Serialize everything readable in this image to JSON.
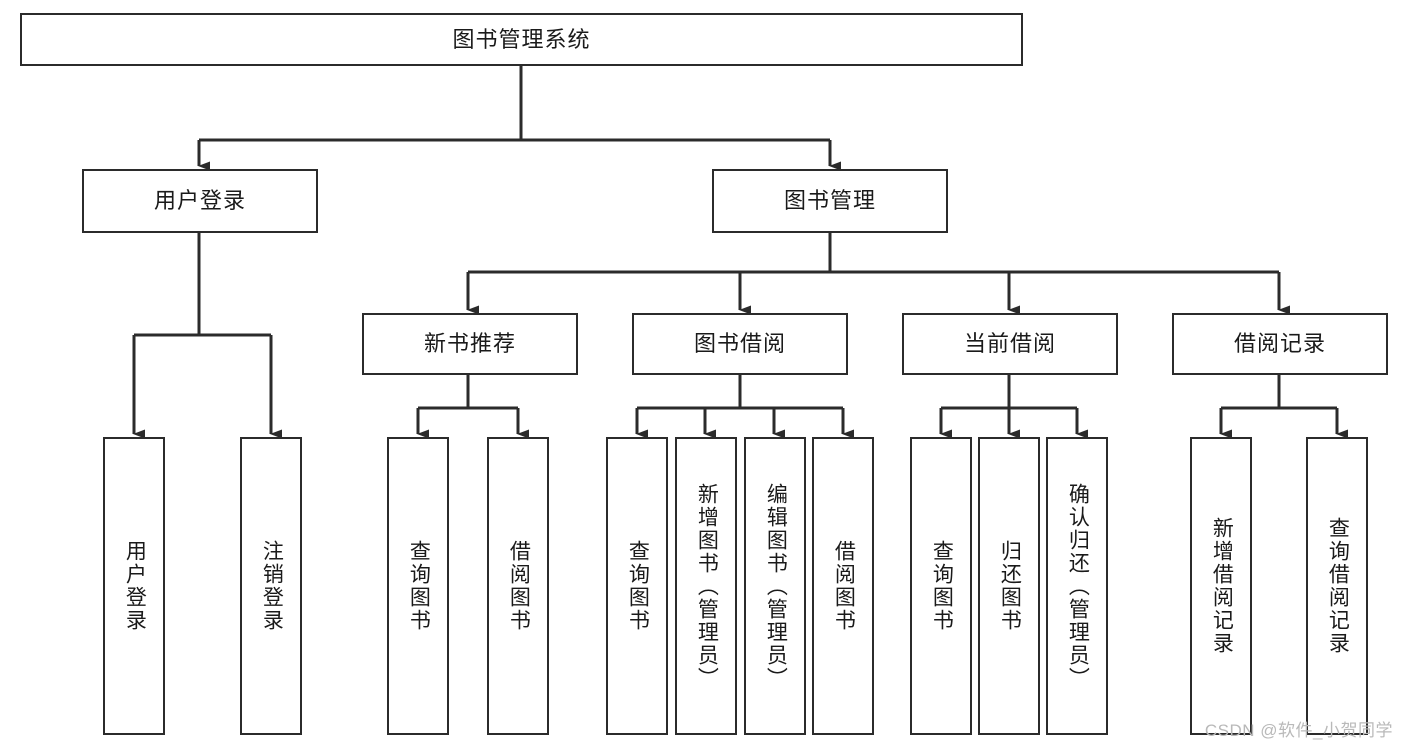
{
  "diagram": {
    "title": "图书管理系统",
    "type": "tree-hierarchy",
    "orientation": "top-down",
    "line_color": "#2b2b2b",
    "box_fill": "#ffffff",
    "box_border": "#2b2b2b",
    "levels": 4
  },
  "nodes": {
    "root": {
      "label": "图书管理系统",
      "level": 1,
      "orientation": "horizontal"
    },
    "l2": [
      {
        "id": "user-login",
        "label": "用户登录",
        "level": 2,
        "orientation": "horizontal"
      },
      {
        "id": "book-manage",
        "label": "图书管理",
        "level": 2,
        "orientation": "horizontal"
      }
    ],
    "l3": [
      {
        "id": "new-book-rec",
        "label": "新书推荐",
        "level": 3,
        "orientation": "horizontal",
        "parent": "book-manage"
      },
      {
        "id": "book-borrow",
        "label": "图书借阅",
        "level": 3,
        "orientation": "horizontal",
        "parent": "book-manage"
      },
      {
        "id": "current-borrow",
        "label": "当前借阅",
        "level": 3,
        "orientation": "horizontal",
        "parent": "book-manage"
      },
      {
        "id": "borrow-record",
        "label": "借阅记录",
        "level": 3,
        "orientation": "horizontal",
        "parent": "book-manage"
      }
    ],
    "leaves": [
      {
        "id": "leaf-user-login",
        "label": "用户登录",
        "parent": "user-login",
        "orientation": "vertical"
      },
      {
        "id": "leaf-user-logout",
        "label": "注销登录",
        "parent": "user-login",
        "orientation": "vertical"
      },
      {
        "id": "leaf-rec-query-book",
        "label": "查询图书",
        "parent": "new-book-rec",
        "orientation": "vertical"
      },
      {
        "id": "leaf-rec-borrow-book",
        "label": "借阅图书",
        "parent": "new-book-rec",
        "orientation": "vertical"
      },
      {
        "id": "leaf-borrow-query-book",
        "label": "查询图书",
        "parent": "book-borrow",
        "orientation": "vertical"
      },
      {
        "id": "leaf-borrow-add-book",
        "label": "新增图书（管理员）",
        "parent": "book-borrow",
        "orientation": "vertical"
      },
      {
        "id": "leaf-borrow-edit-book",
        "label": "编辑图书（管理员）",
        "parent": "book-borrow",
        "orientation": "vertical"
      },
      {
        "id": "leaf-borrow-borrow-book",
        "label": "借阅图书",
        "parent": "book-borrow",
        "orientation": "vertical"
      },
      {
        "id": "leaf-current-query-book",
        "label": "查询图书",
        "parent": "current-borrow",
        "orientation": "vertical"
      },
      {
        "id": "leaf-current-return-book",
        "label": "归还图书",
        "parent": "current-borrow",
        "orientation": "vertical"
      },
      {
        "id": "leaf-current-confirm-return",
        "label": "确认归还（管理员）",
        "parent": "current-borrow",
        "orientation": "vertical"
      },
      {
        "id": "leaf-record-add",
        "label": "新增借阅记录",
        "parent": "borrow-record",
        "orientation": "vertical"
      },
      {
        "id": "leaf-record-query",
        "label": "查询借阅记录",
        "parent": "borrow-record",
        "orientation": "vertical"
      }
    ]
  },
  "watermark": {
    "text": "CSDN @软件_小贺同学",
    "color": "#b9b9b9"
  }
}
